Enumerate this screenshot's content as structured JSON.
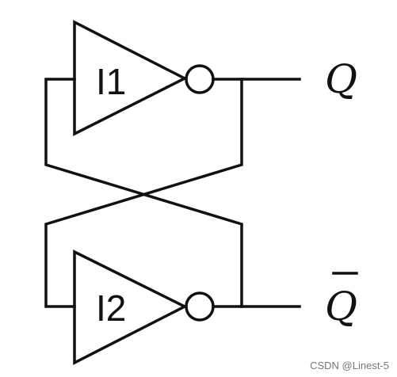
{
  "gates": [
    {
      "id": "I1",
      "label": "I1"
    },
    {
      "id": "I2",
      "label": "I2"
    }
  ],
  "outputs": {
    "q": "Q",
    "q_bar": "Q",
    "q_bar_has_overline": true
  },
  "watermark": "CSDN @Linest-5",
  "colors": {
    "line": "#111111",
    "background": "#ffffff",
    "watermark": "#777777"
  }
}
